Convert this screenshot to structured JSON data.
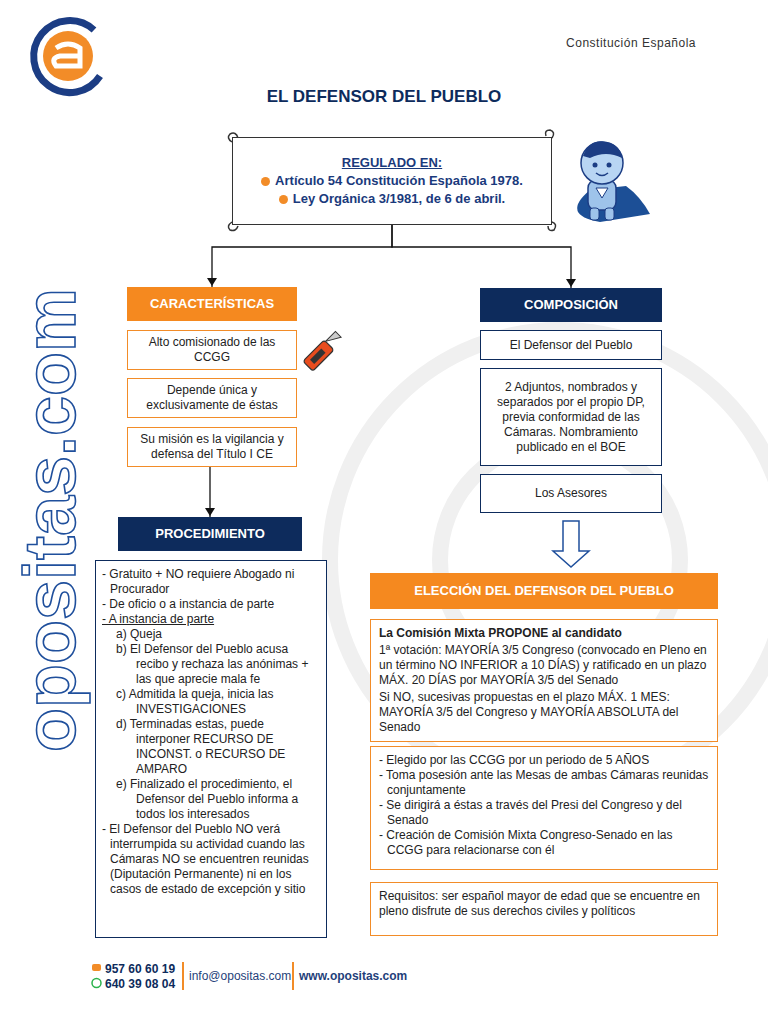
{
  "diagram": {
    "title": "EL DEFENSOR DEL PUEBLO",
    "nodes": [
      {
        "text": [
          "REGULADO EN:",
          "Artículo 54 Constitución Española 1978.",
          "Ley Orgánica 3/1981, de 6 de abril."
        ]
      },
      {
        "text": [
          "CARACTERÍSTICAS"
        ]
      },
      {
        "text": [
          "Alto comisionado de las CCGG"
        ]
      },
      {
        "text": [
          "Depende única y exclusivamente de éstas"
        ]
      },
      {
        "text": [
          "Su misión es la vigilancia y defensa del Título I CE"
        ]
      },
      {
        "text": [
          "PROCEDIMIENTO"
        ]
      },
      {
        "text": [
          "- Gratuito + NO requiere Abogado ni Procurador",
          "- De oficio o a instancia de parte",
          "- A instancia de parte",
          "a) Queja",
          "b) El Defensor del Pueblo acusa recibo y rechaza las anónimas + las que aprecie mala fe",
          "c) Admitida la queja, inicia las INVESTIGACIONES",
          "d) Terminadas estas, puede interponer RECURSO DE INCONST. o RECURSO DE AMPARO",
          "e) Finalizado el procedimiento, el Defensor del Pueblo informa a todos los interesados",
          "- El Defensor del Pueblo NO verá interrumpida su actividad cuando las Cámaras NO se encuentren reunidas (Diputación Permanente) ni en los casos de estado de excepción y sitio"
        ]
      },
      {
        "text": [
          "COMPOSICIÓN"
        ]
      },
      {
        "text": [
          "El Defensor del Pueblo"
        ]
      },
      {
        "text": [
          "2 Adjuntos, nombrados y separados por el propio DP, previa conformidad de las Cámaras. Nombramiento publicado en el BOE"
        ]
      },
      {
        "text": [
          "Los Asesores"
        ]
      },
      {
        "text": [
          "ELECCIÓN DEL DEFENSOR DEL PUEBLO"
        ]
      },
      {
        "text": [
          "La Comisión Mixta PROPONE al candidato",
          "1ª votación: MAYORÍA 3/5 Congreso (convocado en Pleno en un término NO INFERIOR a 10 DÍAS) y ratificado en un plazo MÁX. 20 DÍAS por MAYORÍA 3/5 del Senado",
          "Si NO, sucesivas propuestas en el plazo MÁX. 1 MES: MAYORÍA 3/5 del Congreso y MAYORÍA ABSOLUTA del Senado"
        ]
      },
      {
        "text": [
          "- Elegido por las CCGG por un periodo de 5 AÑOS",
          "- Toma posesión ante las Mesas de ambas Cámaras reunidas conjuntamente",
          "- Se dirigirá a éstas a través del Presi del Congreso y del Senado",
          "- Creación de Comisión Mixta Congreso-Senado en las CCGG para relacionarse con él"
        ]
      },
      {
        "text": [
          "Requisitos: ser español mayor de edad que se encuentre en pleno disfrute de sus derechos civiles y políticos"
        ]
      }
    ],
    "edges": [
      {
        "from": 0,
        "to": 1,
        "arrow": "to"
      },
      {
        "from": 0,
        "to": 7,
        "arrow": "to"
      },
      {
        "from": 4,
        "to": 5,
        "arrow": "to"
      },
      {
        "from": 10,
        "to": 11,
        "arrow": "to"
      }
    ],
    "labels": [
      "Constitución Española",
      "opositas.com",
      "957 60 60 19",
      "640 39 08 04",
      "info@opositas.com",
      "www.opositas.com"
    ]
  }
}
